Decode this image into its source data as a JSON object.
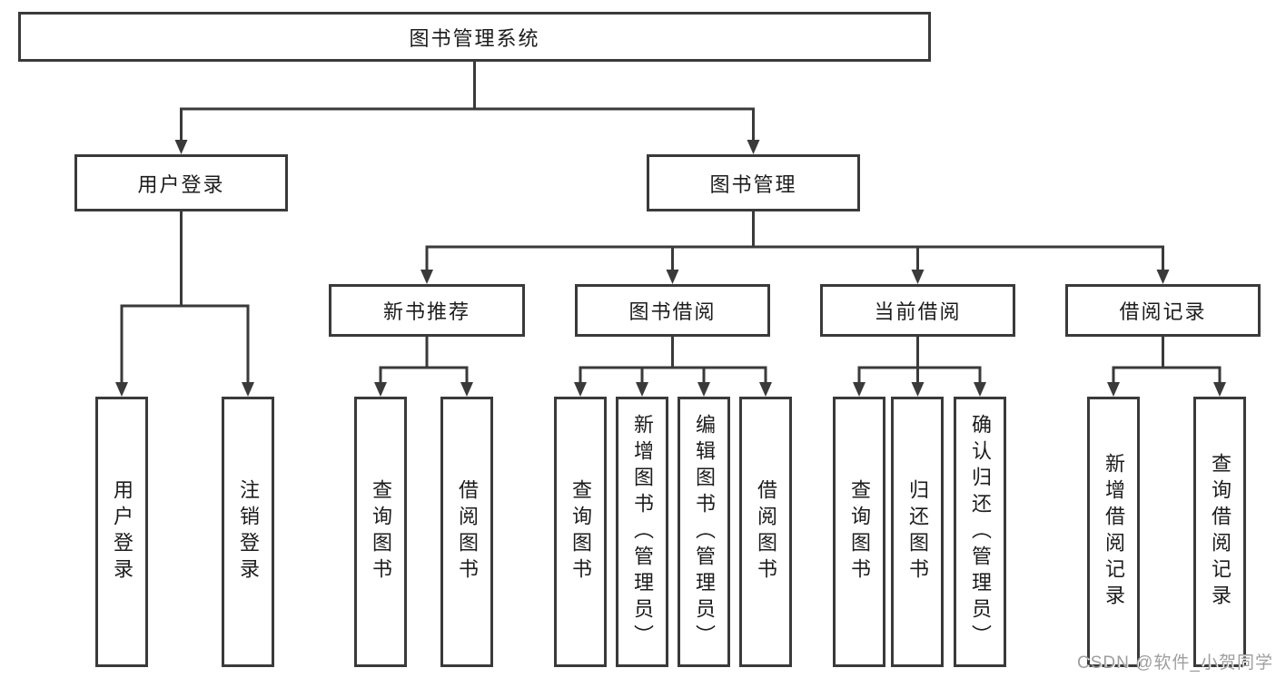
{
  "colors": {
    "background": "#ffffff",
    "line": "#3a3a3a",
    "box_border": "#3a3a3a",
    "box_background": "#ffffff",
    "text": "#1c1c1c",
    "watermark": "#9e9e9e"
  },
  "watermark": {
    "text": "CSDN @软件_小贺同学"
  },
  "tree": {
    "root": {
      "label": "图书管理系统"
    },
    "children": [
      {
        "label": "用户登录",
        "children": [
          {
            "label": "用户登录"
          },
          {
            "label": "注销登录"
          }
        ]
      },
      {
        "label": "图书管理",
        "children": [
          {
            "label": "新书推荐",
            "children": [
              {
                "label": "查询图书"
              },
              {
                "label": "借阅图书"
              }
            ]
          },
          {
            "label": "图书借阅",
            "children": [
              {
                "label": "查询图书"
              },
              {
                "label": "新增图书（管理员）"
              },
              {
                "label": "编辑图书（管理员）"
              },
              {
                "label": "借阅图书"
              }
            ]
          },
          {
            "label": "当前借阅",
            "children": [
              {
                "label": "查询图书"
              },
              {
                "label": "归还图书"
              },
              {
                "label": "确认归还（管理员）"
              }
            ]
          },
          {
            "label": "借阅记录",
            "children": [
              {
                "label": "新增借阅记录"
              },
              {
                "label": "查询借阅记录"
              }
            ]
          }
        ]
      }
    ]
  }
}
